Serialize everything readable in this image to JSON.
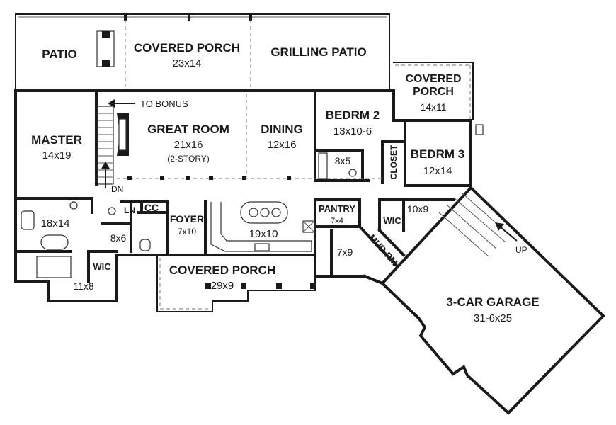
{
  "rooms": {
    "patio": {
      "name": "PATIO"
    },
    "covered_porch_rear": {
      "name": "COVERED PORCH",
      "dim": "23x14"
    },
    "grilling_patio": {
      "name": "GRILLING PATIO"
    },
    "covered_porch_side": {
      "name_line1": "COVERED",
      "name_line2": "PORCH",
      "dim": "14x11"
    },
    "master": {
      "name": "MASTER",
      "dim": "14x19"
    },
    "great_room": {
      "name": "GREAT ROOM",
      "dim": "21x16",
      "note": "(2-STORY)"
    },
    "dining": {
      "name": "DINING",
      "dim": "12x16"
    },
    "bedrm2": {
      "name": "BEDRM 2",
      "dim": "13x10-6"
    },
    "bath2": {
      "dim": "8x5"
    },
    "closet": {
      "name": "CLOSET"
    },
    "bedrm3": {
      "name": "BEDRM 3",
      "dim": "12x14"
    },
    "master_bath": {
      "dim": "18x14"
    },
    "toilet_room": {
      "dim": "8x6"
    },
    "ln": {
      "name": "LN"
    },
    "cc": {
      "name": "CC"
    },
    "foyer": {
      "name": "FOYER",
      "dim": "7x10"
    },
    "kitchen": {
      "dim": "19x10"
    },
    "pantry": {
      "name": "PANTRY",
      "dim": "7x4"
    },
    "laundry": {
      "dim": "7x9"
    },
    "mud_rm": {
      "name": "MUD RM"
    },
    "wic_bed3": {
      "name": "WIC"
    },
    "bath3": {
      "dim": "10x9"
    },
    "wic_master": {
      "name": "WIC",
      "dim": "11x8"
    },
    "covered_porch_front": {
      "name": "COVERED PORCH",
      "dim": "29x9"
    },
    "garage": {
      "name": "3-CAR GARAGE",
      "dim": "31-6x25"
    }
  },
  "stairs": {
    "to_bonus": "TO BONUS",
    "dn": "DN",
    "up": "UP"
  },
  "icons": [
    "arrow-left-icon",
    "arrow-up-icon",
    "arrow-up-left-icon"
  ]
}
